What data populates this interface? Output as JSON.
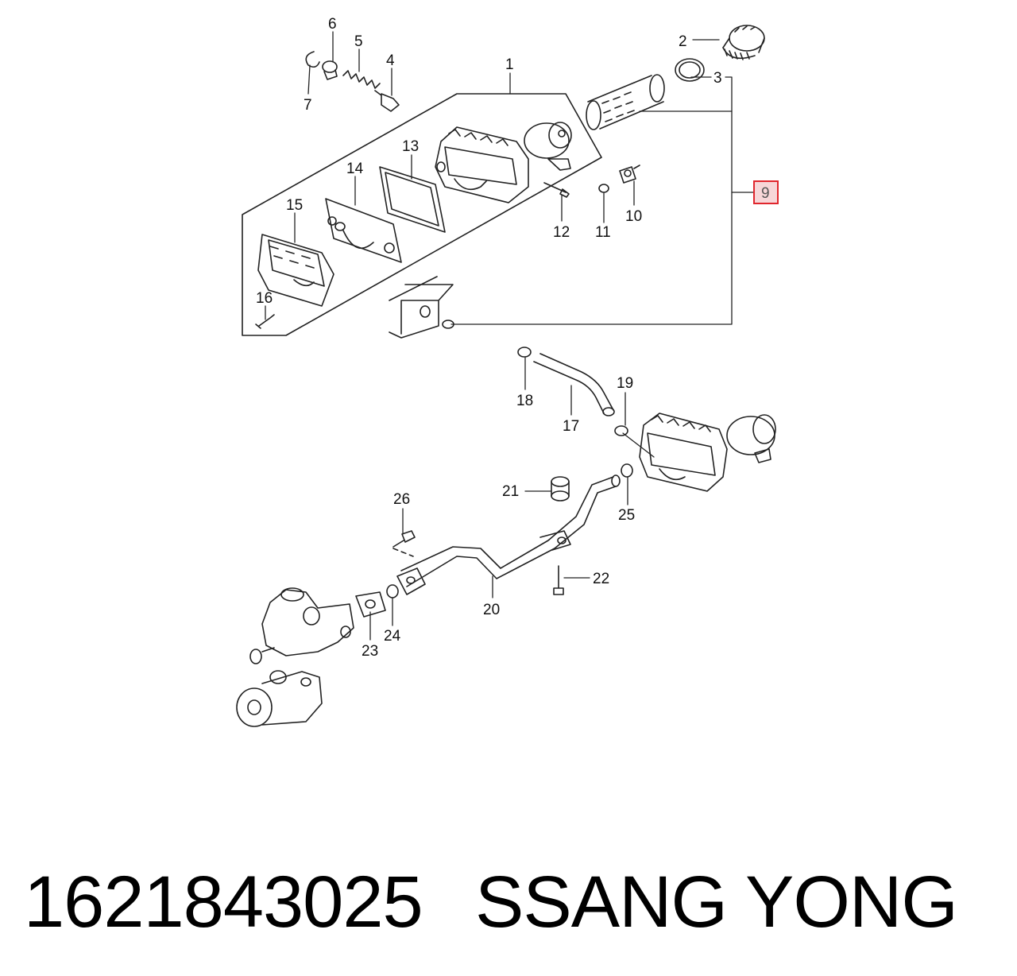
{
  "callouts": [
    {
      "id": "1",
      "label": "1"
    },
    {
      "id": "2",
      "label": "2"
    },
    {
      "id": "3",
      "label": "3"
    },
    {
      "id": "4",
      "label": "4"
    },
    {
      "id": "5",
      "label": "5"
    },
    {
      "id": "6",
      "label": "6"
    },
    {
      "id": "7",
      "label": "7"
    },
    {
      "id": "9",
      "label": "9"
    },
    {
      "id": "10",
      "label": "10"
    },
    {
      "id": "11",
      "label": "11"
    },
    {
      "id": "12",
      "label": "12"
    },
    {
      "id": "13",
      "label": "13"
    },
    {
      "id": "14",
      "label": "14"
    },
    {
      "id": "15",
      "label": "15"
    },
    {
      "id": "16",
      "label": "16"
    },
    {
      "id": "17",
      "label": "17"
    },
    {
      "id": "18",
      "label": "18"
    },
    {
      "id": "19",
      "label": "19"
    },
    {
      "id": "20",
      "label": "20"
    },
    {
      "id": "21",
      "label": "21"
    },
    {
      "id": "22",
      "label": "22"
    },
    {
      "id": "23",
      "label": "23"
    },
    {
      "id": "24",
      "label": "24"
    },
    {
      "id": "25",
      "label": "25"
    },
    {
      "id": "26",
      "label": "26"
    }
  ],
  "highlighted_callout": "9",
  "highlight_color": "#e0262d",
  "highlight_fill": "#f7d6d8",
  "footer": {
    "part_number": "1621843025",
    "brand": "SSANG YONG"
  }
}
